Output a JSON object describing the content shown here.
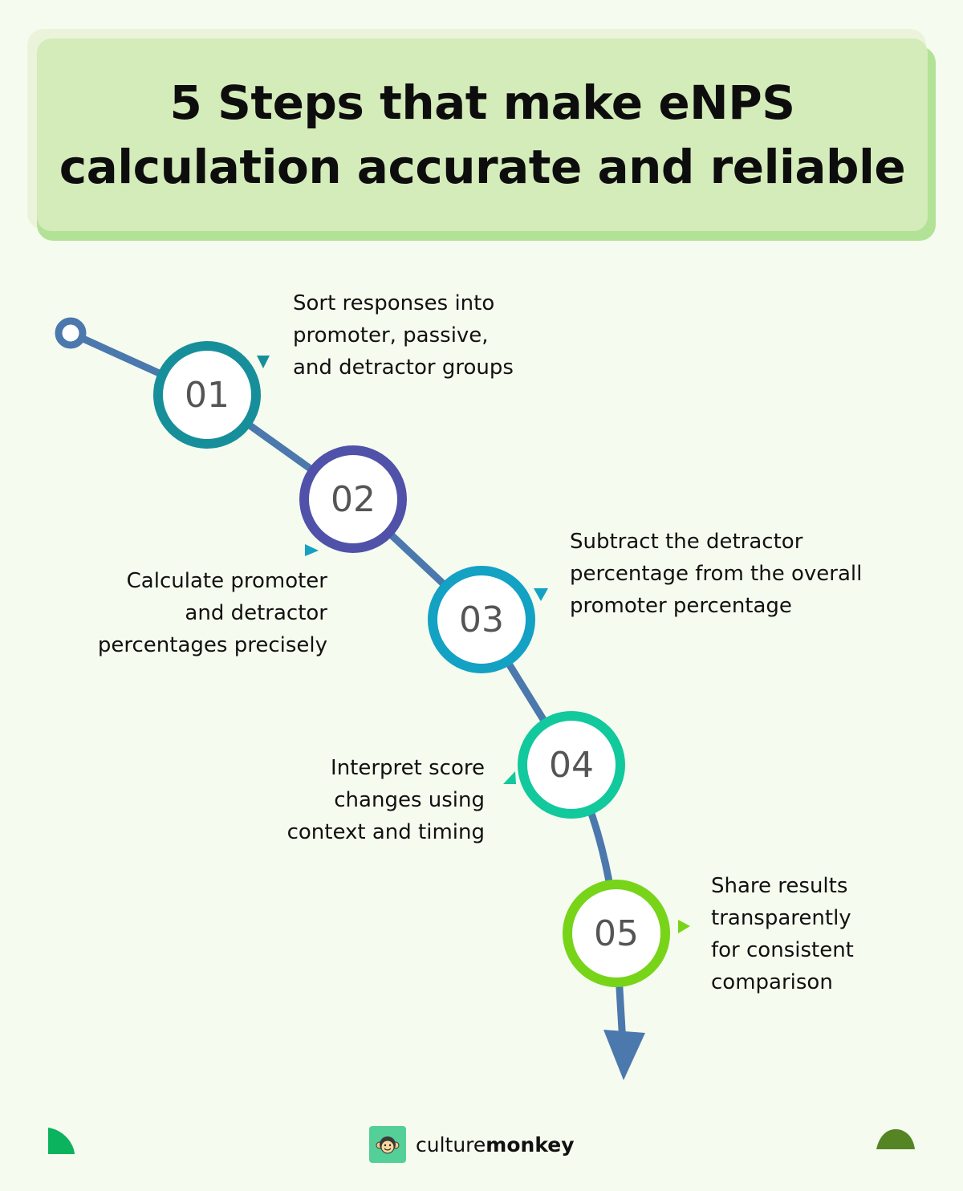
{
  "title": {
    "line1": "5 Steps that make eNPS",
    "line2": "calculation accurate and reliable"
  },
  "steps": [
    {
      "number": "01",
      "lines": [
        "Sort responses into",
        "promoter, passive,",
        "and detractor groups"
      ],
      "color": "#178f9b"
    },
    {
      "number": "02",
      "lines": [
        "Calculate promoter",
        "and detractor",
        "percentages precisely"
      ],
      "color": "#5051a8"
    },
    {
      "number": "03",
      "lines": [
        "Subtract the detractor",
        "percentage from the overall",
        "promoter percentage"
      ],
      "color": "#13a1c4"
    },
    {
      "number": "04",
      "lines": [
        "Interpret score",
        "changes using",
        "context and timing"
      ],
      "color": "#11c99c"
    },
    {
      "number": "05",
      "lines": [
        "Share results",
        "transparently",
        "for consistent",
        "comparison"
      ],
      "color": "#77d419"
    }
  ],
  "colors": {
    "path": "#4b78ad",
    "background": "#f6fbef",
    "title_box": "#d4ebba",
    "logo_bg": "#55cf98",
    "corner_left": "#0bb35e",
    "corner_right": "#558425"
  },
  "brand": {
    "light": "culture",
    "bold": "monkey",
    "icon": "monkey-face-icon"
  }
}
